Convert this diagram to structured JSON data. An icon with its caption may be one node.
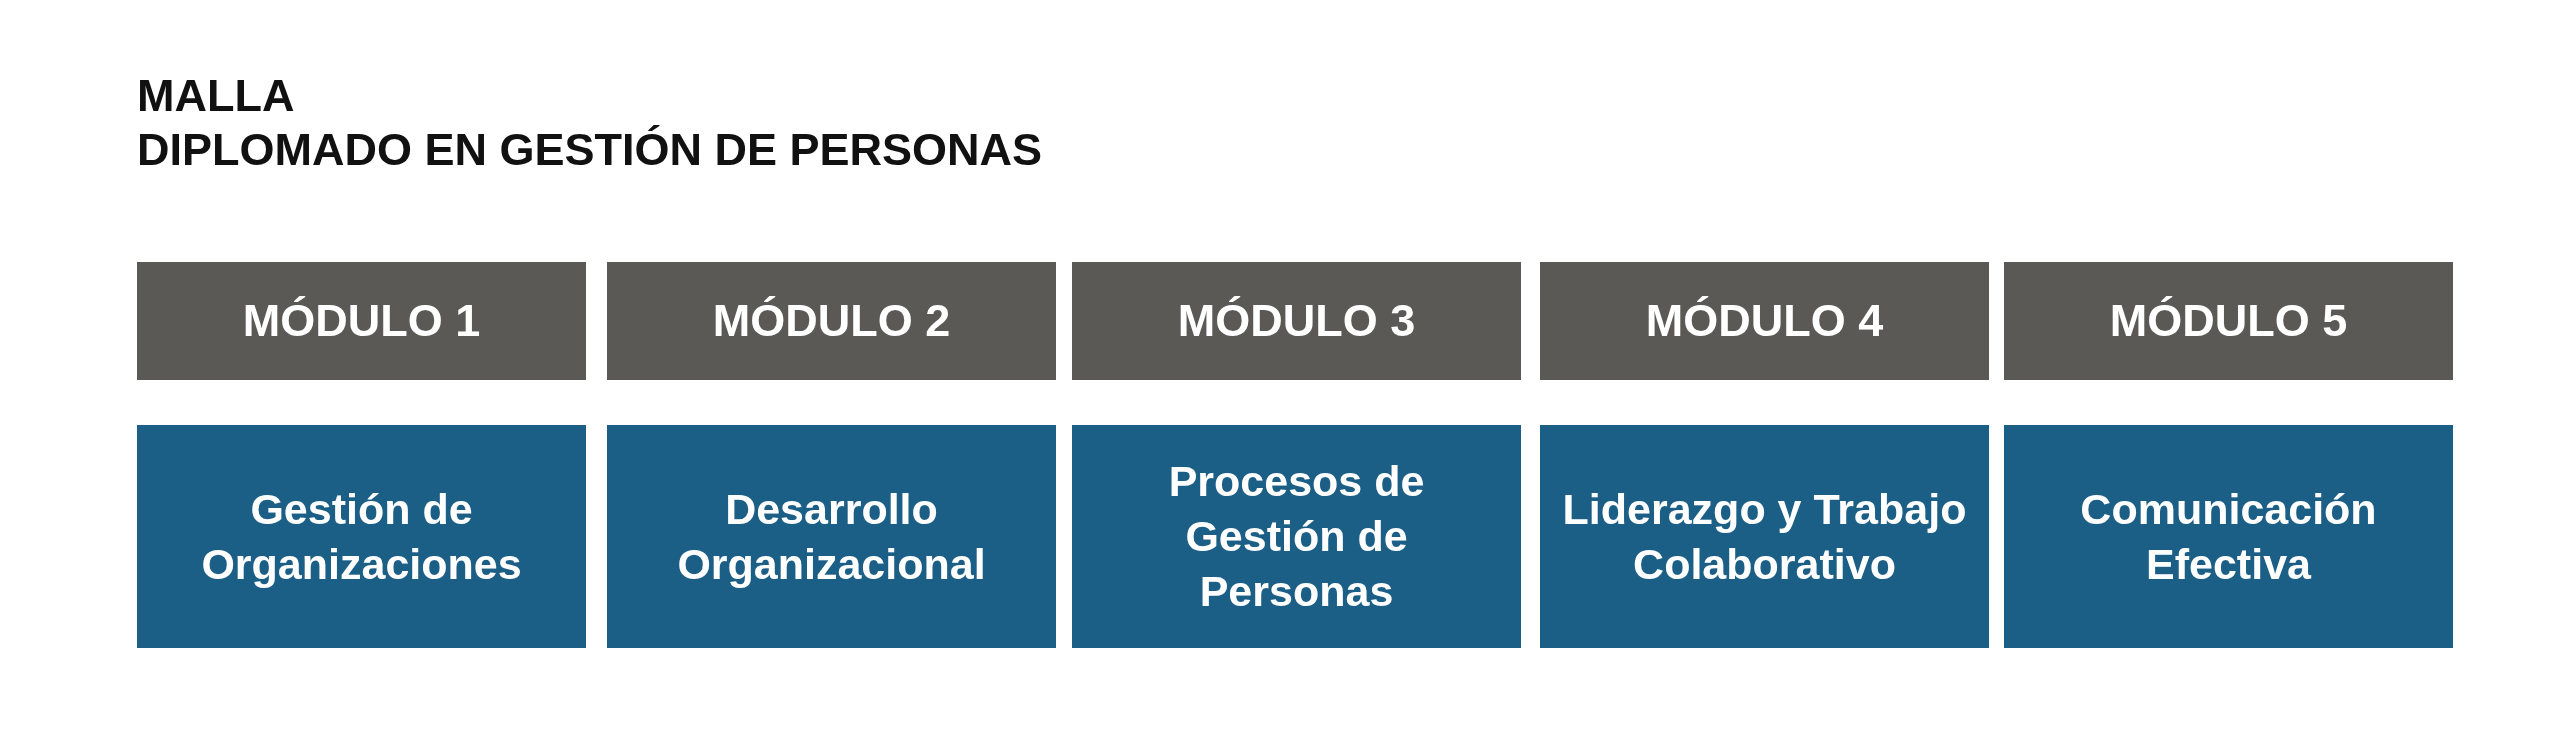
{
  "diagram": {
    "title": "MALLA",
    "nodes": [
      {
        "text": [
          "MÓDULO 1"
        ]
      },
      {
        "text": [
          "MÓDULO 2"
        ]
      },
      {
        "text": [
          "MÓDULO 3"
        ]
      },
      {
        "text": [
          "MÓDULO 4"
        ]
      },
      {
        "text": [
          "MÓDULO 5"
        ]
      },
      {
        "text": [
          "Gestión de Organizaciones"
        ]
      },
      {
        "text": [
          "Desarrollo Organizacional"
        ]
      },
      {
        "text": [
          "Procesos de Gestión de Personas"
        ]
      },
      {
        "text": [
          "Liderazgo y Trabajo Colaborativo"
        ]
      },
      {
        "text": [
          "Comunicación Efectiva"
        ]
      }
    ],
    "labels": [
      "DIPLOMADO EN GESTIÓN DE PERSONAS"
    ]
  }
}
